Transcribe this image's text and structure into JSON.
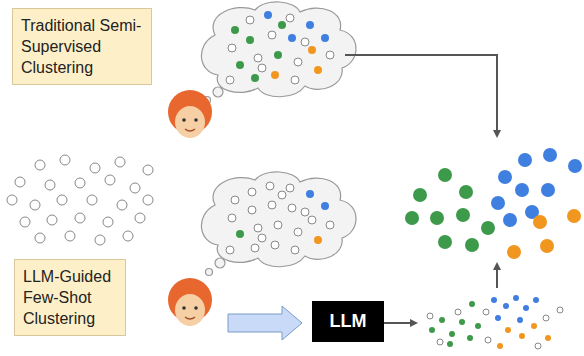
{
  "diagram": {
    "nodes": [
      {
        "text": [
          "Traditional Semi-Supervised Clustering"
        ]
      },
      {
        "text": [
          "LLM-Guided Few-Shot Clustering"
        ]
      },
      {
        "text": [
          "LLM"
        ]
      }
    ]
  }
}
